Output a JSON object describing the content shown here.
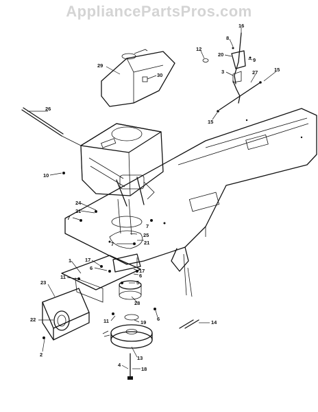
{
  "watermark": "AppliancePartsPros.com",
  "callouts": {
    "c1": "1",
    "c2": "2",
    "c3": "3",
    "c4": "4",
    "c5": "5",
    "c6a": "6",
    "c6b": "6",
    "c6c": "6",
    "c7a": "7",
    "c7b": "7",
    "c7c": "7",
    "c8": "8",
    "c9": "9",
    "c10": "10",
    "c11a": "11",
    "c11b": "11",
    "c12": "12",
    "c13": "13",
    "c14": "14",
    "c15a": "15",
    "c15b": "15",
    "c16": "16",
    "c17a": "17",
    "c17b": "17",
    "c18": "18",
    "c19": "19",
    "c20": "20",
    "c21a": "21",
    "c21b": "21",
    "c22": "22",
    "c23": "23",
    "c24": "24",
    "c25": "25",
    "c26": "26",
    "c27": "27",
    "c28": "28",
    "c29": "29",
    "c30": "30"
  }
}
